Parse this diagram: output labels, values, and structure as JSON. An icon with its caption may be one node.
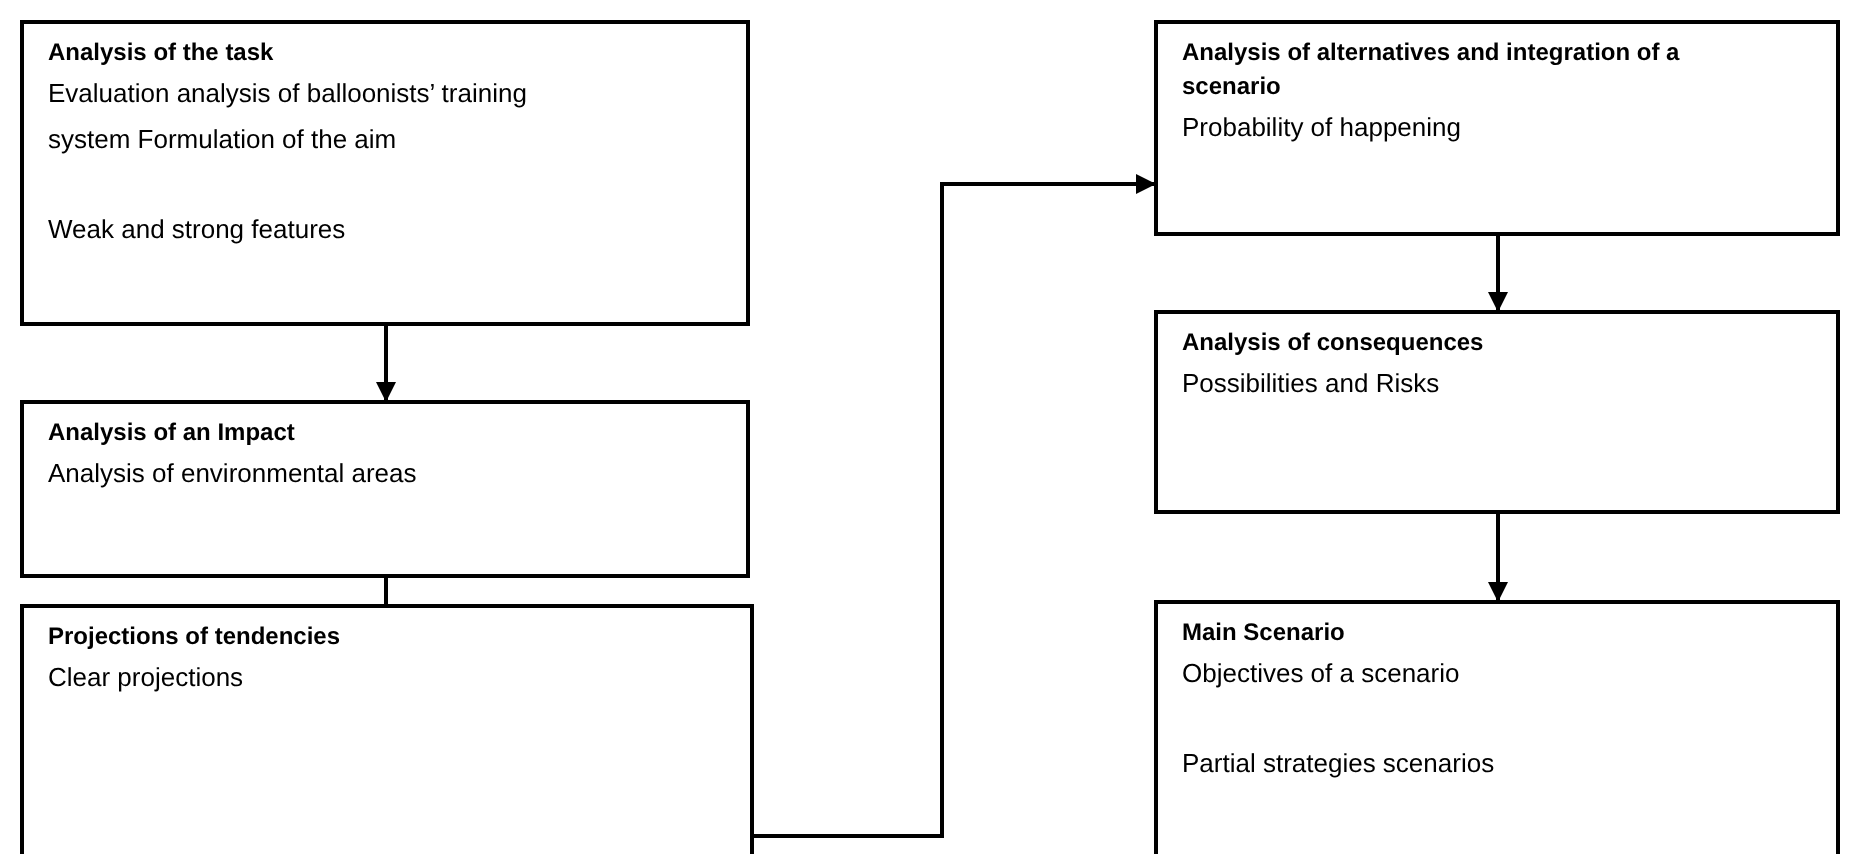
{
  "diagram": {
    "nodes": [
      {
        "text": [
          "Analysis of the task",
          "Evaluation analysis of balloonists’ training system Formulation of the aim",
          "Weak and strong features"
        ]
      },
      {
        "text": [
          "Analysis of an Impact",
          "Analysis of environmental areas"
        ]
      },
      {
        "text": [
          "Projections of tendencies",
          "Clear projections"
        ]
      },
      {
        "text": [
          "Analysis of alternatives and integration of a scenario",
          "Probability of happening"
        ]
      },
      {
        "text": [
          "Analysis of consequences",
          "Possibilities and Risks"
        ]
      },
      {
        "text": [
          "Main Scenario",
          "Objectives of a scenario",
          "Partial strategies scenarios"
        ]
      }
    ],
    "edges": [
      {
        "from": 0,
        "to": 1,
        "arrow": "to"
      },
      {
        "from": 1,
        "to": 2,
        "arrow": "none"
      },
      {
        "from": 2,
        "to": 3,
        "arrow": "to"
      },
      {
        "from": 3,
        "to": 4,
        "arrow": "to"
      },
      {
        "from": 4,
        "to": 5,
        "arrow": "to"
      }
    ]
  }
}
